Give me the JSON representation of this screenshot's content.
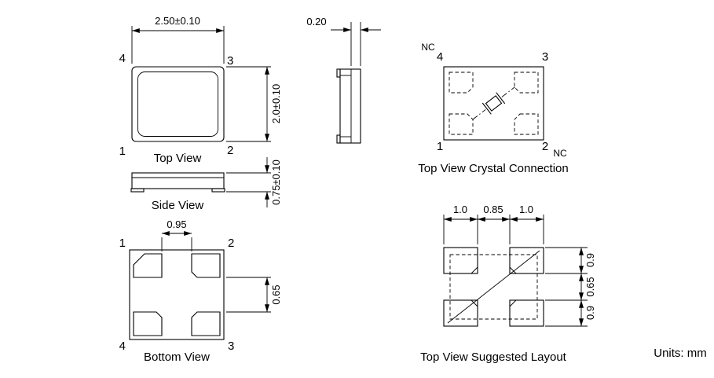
{
  "units_label": "Units: mm",
  "top_view": {
    "caption": "Top View",
    "dim_width": "2.50±0.10",
    "dim_height": "2.0±0.10",
    "pin_tl": "4",
    "pin_tr": "3",
    "pin_bl": "1",
    "pin_br": "2"
  },
  "side_view": {
    "caption": "Side View",
    "dim_height": "0.75±0.10"
  },
  "end_view": {
    "dim_thickness": "0.20"
  },
  "bottom_view": {
    "caption": "Bottom View",
    "dim_pitch": "0.95",
    "dim_pad": "0.65",
    "pin_tl": "1",
    "pin_tr": "2",
    "pin_bl": "4",
    "pin_br": "3"
  },
  "crystal_connection": {
    "caption": "Top View Crystal Connection",
    "pin_tl": "4",
    "pin_tr": "3",
    "pin_bl": "1",
    "pin_br": "2",
    "nc_top": "NC",
    "nc_bottom": "NC"
  },
  "suggested_layout": {
    "caption": "Top View Suggested Layout",
    "dims_top": [
      "1.0",
      "0.85",
      "1.0"
    ],
    "dims_right": [
      "0.9",
      "0.65",
      "0.9"
    ]
  }
}
